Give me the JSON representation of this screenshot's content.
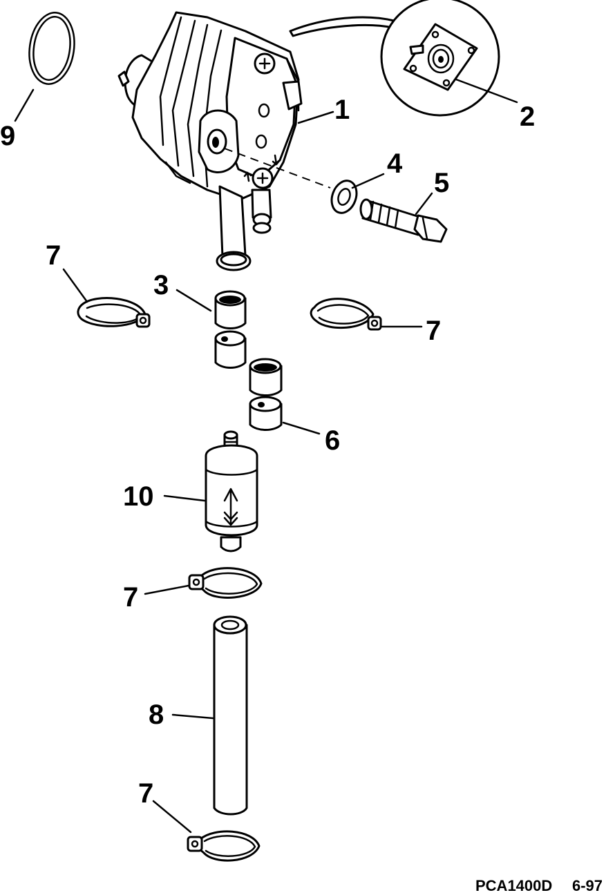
{
  "callouts": {
    "c1": "1",
    "c2": "2",
    "c3": "3",
    "c4": "4",
    "c5": "5",
    "c6": "6",
    "c7a": "7",
    "c7b": "7",
    "c7c": "7",
    "c7d": "7",
    "c8": "8",
    "c9": "9",
    "c10": "10"
  },
  "footer": {
    "code": "PCA1400D",
    "date": "6-97"
  }
}
